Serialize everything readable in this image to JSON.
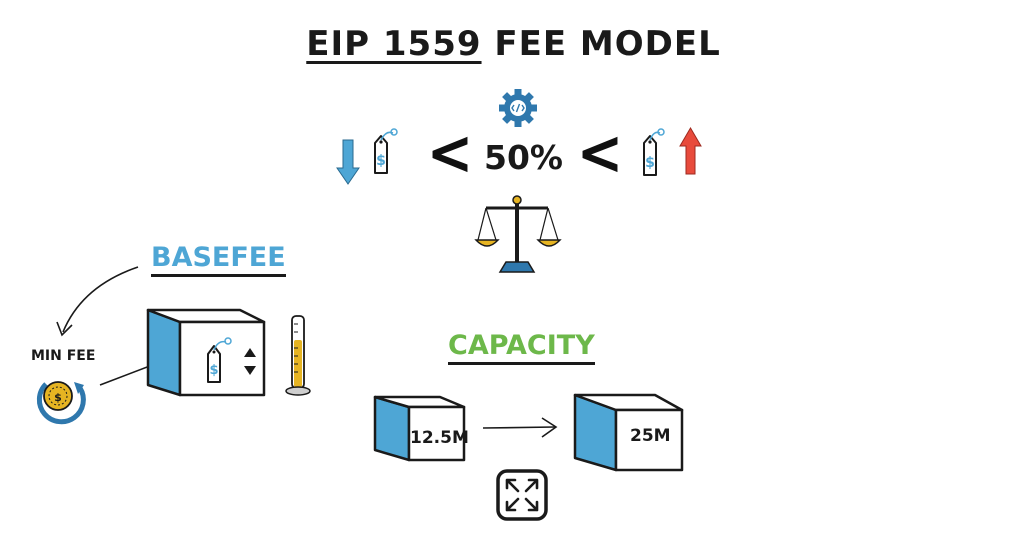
{
  "title": {
    "underlined_part": "EIP 1559",
    "rest": " FEE MODEL"
  },
  "threshold": {
    "percent_label": "50%",
    "comparator_left": "<",
    "comparator_right": "<"
  },
  "basefee": {
    "heading": "BASEFEE",
    "min_fee_label": "MIN FEE"
  },
  "capacity": {
    "heading": "CAPACITY",
    "from_label": "12.5M",
    "to_label": "25M"
  },
  "colors": {
    "block_blue": "#4ea6d5",
    "capacity_green": "#6db84a",
    "down_arrow": "#4ea6d5",
    "up_arrow": "#e84b3c",
    "gold": "#e6b422",
    "gear_blue": "#2f78ad"
  },
  "icons": [
    "code-gear-icon",
    "down-arrow-icon",
    "price-tag-icon",
    "up-arrow-icon",
    "balance-scale-icon",
    "thermometer-gauge-icon",
    "coin-cycle-icon",
    "expand-icon"
  ]
}
